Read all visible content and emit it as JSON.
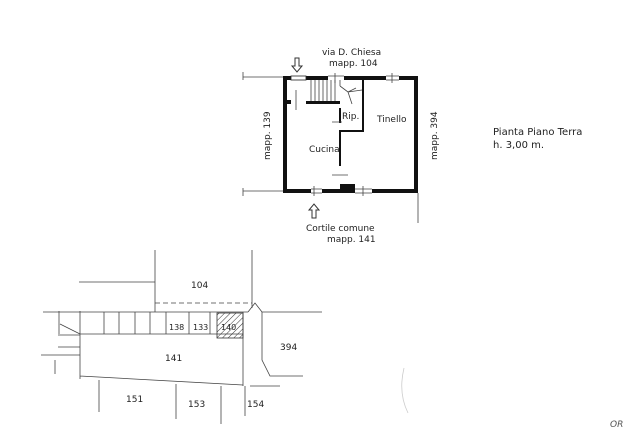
{
  "plan": {
    "street": "via D. Chiesa",
    "street_parcel": "mapp. 104",
    "left_parcel": "mapp. 139",
    "right_parcel": "mapp. 394",
    "courtyard": "Cortile comune",
    "courtyard_parcel": "mapp. 141",
    "rooms": {
      "tinello": "Tinello",
      "ripostiglio": "Rip.",
      "cucina": "Cucina"
    }
  },
  "title": {
    "line1": "Pianta Piano Terra",
    "line2": "h. 3,00 m."
  },
  "site": {
    "parcels": {
      "p104": "104",
      "p138": "138",
      "p133": "133",
      "p140": "140",
      "p141": "141",
      "p394": "394",
      "p151": "151",
      "p153": "153",
      "p154": "154"
    }
  },
  "corner_mark": "OR"
}
